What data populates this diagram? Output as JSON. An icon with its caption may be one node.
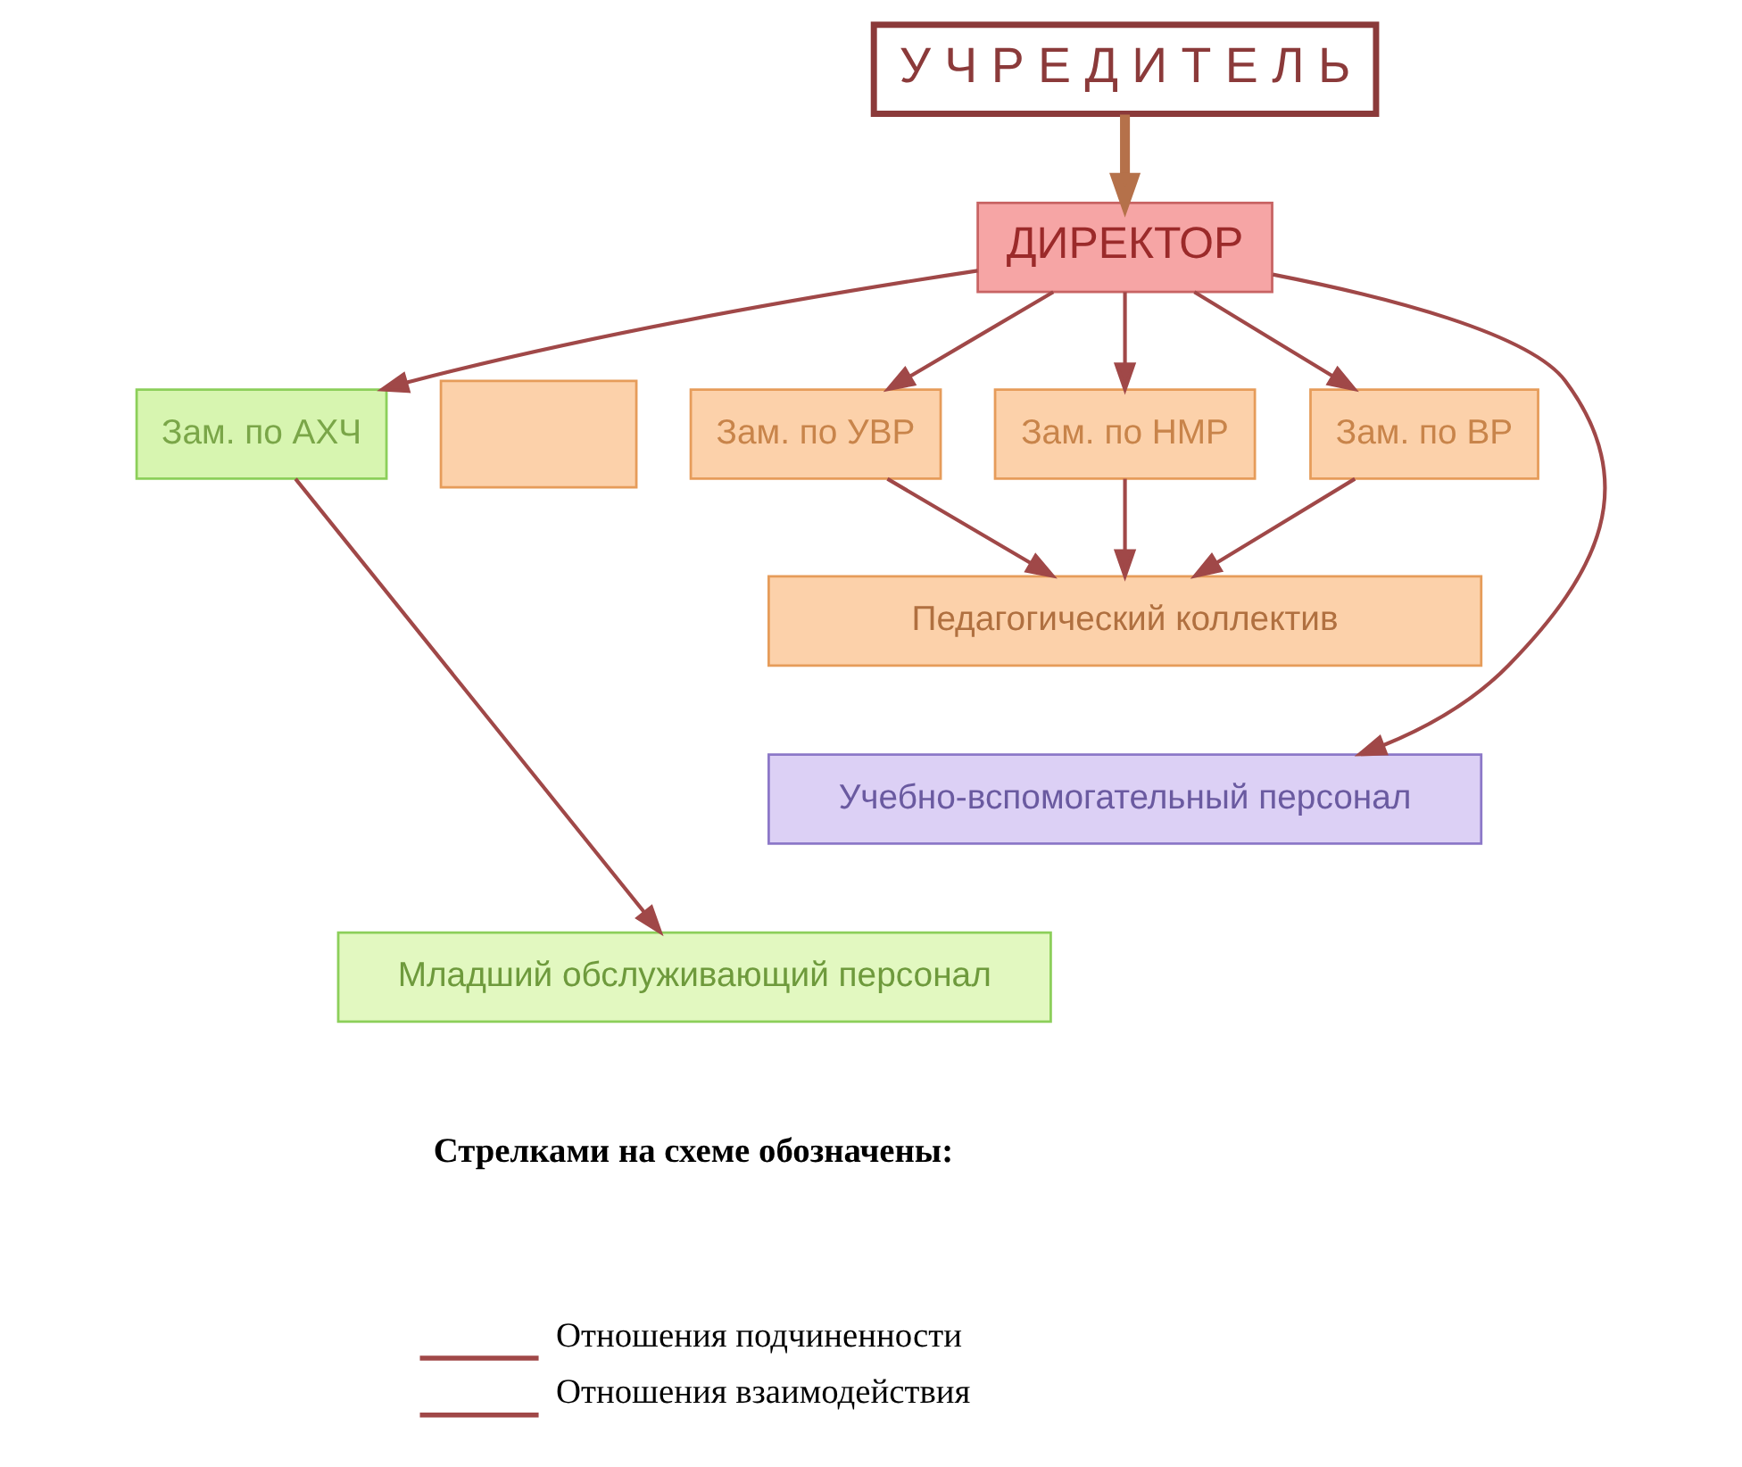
{
  "diagram": {
    "nodes": [
      {
        "text": [
          "У Ч Р Е Д И Т Е Л Ь"
        ]
      },
      {
        "text": [
          "ДИРЕКТОР"
        ]
      },
      {
        "text": [
          "Зам. по АХЧ"
        ]
      },
      {
        "text": [],
        "shape": "box"
      },
      {
        "text": [
          "Зам. по УВР"
        ]
      },
      {
        "text": [
          "Зам. по НМР"
        ]
      },
      {
        "text": [
          "Зам. по ВР"
        ]
      },
      {
        "text": [
          "Педагогический коллектив"
        ]
      },
      {
        "text": [
          "Учебно-вспомогательный персонал"
        ]
      },
      {
        "text": [
          "Младший обслуживающий персонал"
        ]
      }
    ],
    "edges": [
      {
        "from": 0,
        "to": 1,
        "arrow": "to",
        "style": "thick",
        "color": "#b5714a"
      },
      {
        "from": 1,
        "to": 2,
        "arrow": "to"
      },
      {
        "from": 1,
        "to": 4,
        "arrow": "to"
      },
      {
        "from": 1,
        "to": 5,
        "arrow": "to"
      },
      {
        "from": 1,
        "to": 6,
        "arrow": "to"
      },
      {
        "from": 4,
        "to": 7,
        "arrow": "to"
      },
      {
        "from": 5,
        "to": 7,
        "arrow": "to"
      },
      {
        "from": 6,
        "to": 7,
        "arrow": "to"
      },
      {
        "from": 1,
        "to": 8,
        "arrow": "to"
      },
      {
        "from": 2,
        "to": 9,
        "arrow": "to"
      }
    ],
    "labels": [
      "Стрелками на схеме обозначены:"
    ],
    "legend": [
      {
        "text": "Отношения подчиненности"
      },
      {
        "text": "Отношения взаимодействия"
      }
    ]
  }
}
